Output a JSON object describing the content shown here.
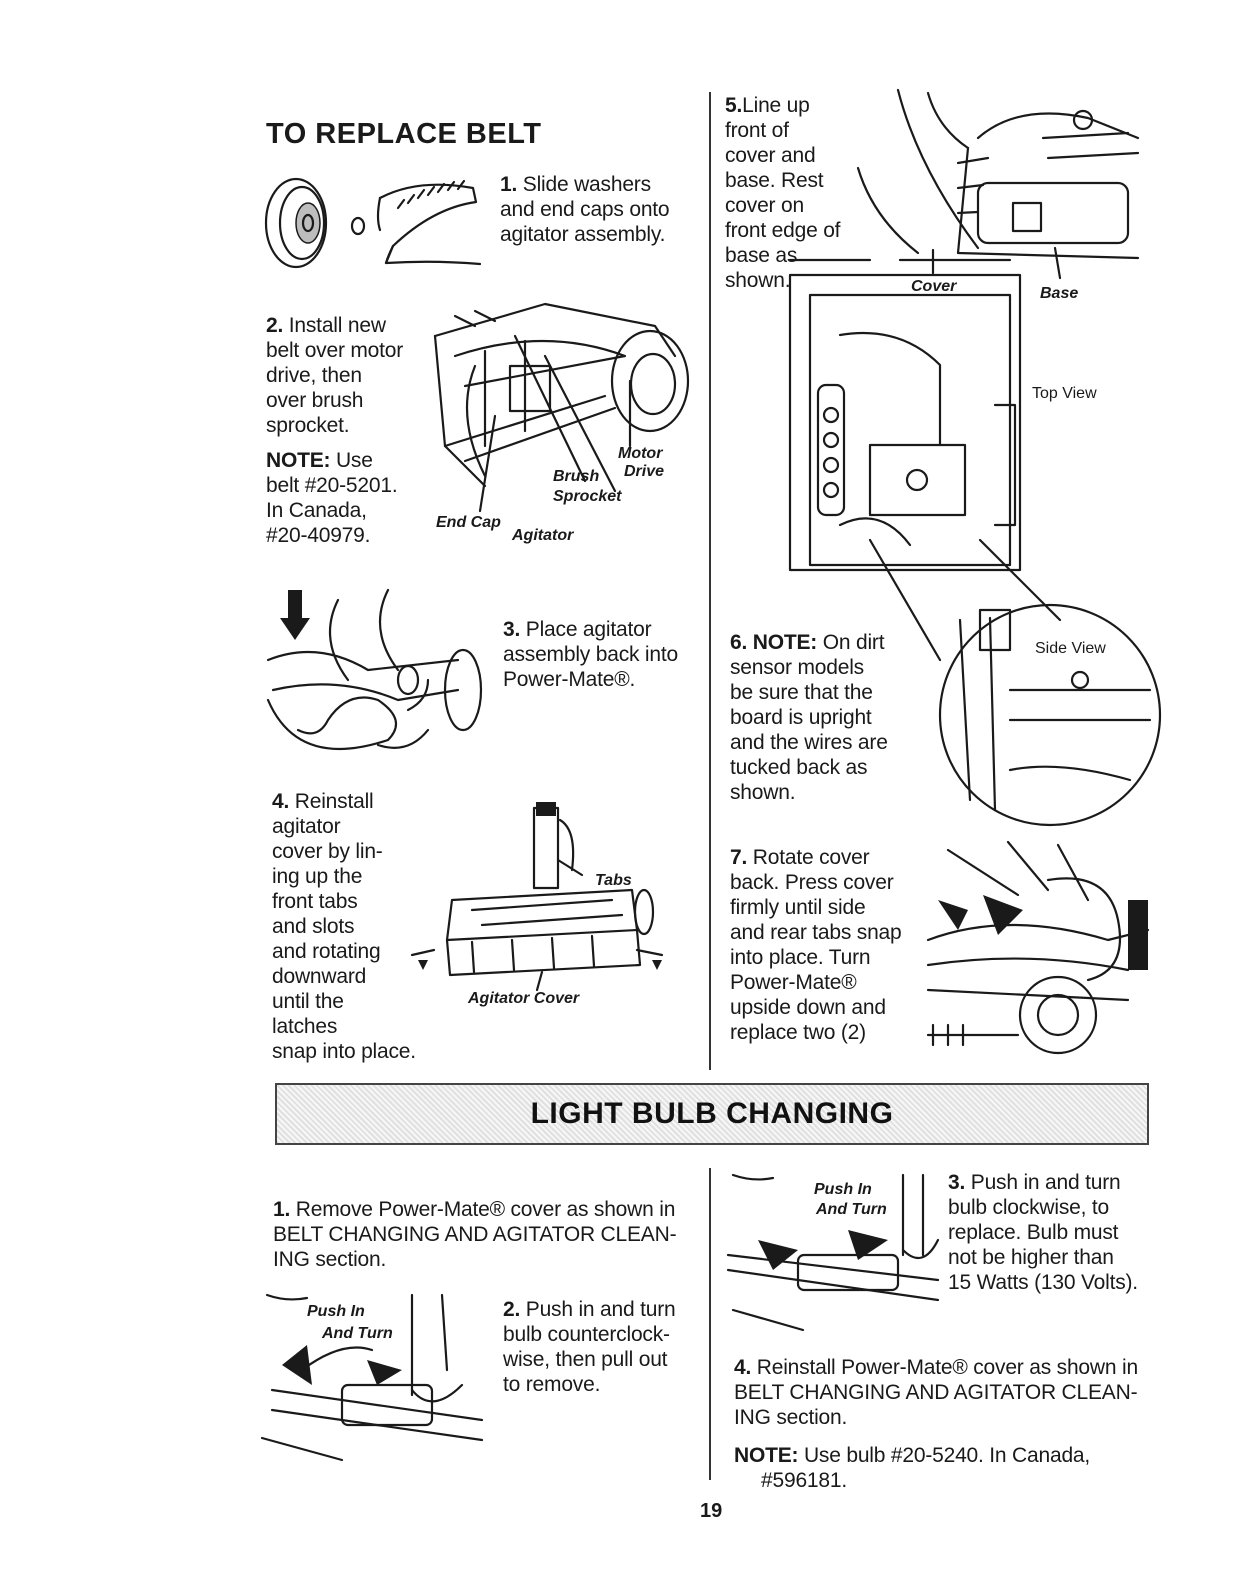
{
  "page": {
    "number": "19"
  },
  "belt": {
    "title": "TO REPLACE BELT",
    "step1": {
      "num": "1.",
      "lines": [
        "Slide washers",
        "and end caps onto",
        "agitator assembly."
      ]
    },
    "step2": {
      "num": "2.",
      "lines": [
        "Install new",
        "belt over motor",
        "drive, then",
        "over brush",
        "sprocket."
      ]
    },
    "note": {
      "label": "NOTE:",
      "lines": [
        "Use",
        "belt #20-5201.",
        "In Canada,",
        "#20-40979."
      ]
    },
    "fig2_labels": {
      "motor": "Motor",
      "drive": "Drive",
      "brush": "Brush",
      "sprocket": "Sprocket",
      "end_cap": "End Cap",
      "agitator": "Agitator"
    },
    "step3": {
      "num": "3.",
      "lines": [
        "Place agitator",
        "assembly back into",
        "Power-Mate®."
      ]
    },
    "step4": {
      "num": "4.",
      "lines": [
        "Reinstall",
        "agitator",
        "cover by lin-",
        "ing up the",
        "front tabs",
        "and slots",
        "and rotating",
        "downward",
        "until the",
        "latches",
        "snap into place."
      ]
    },
    "fig4_labels": {
      "tabs": "Tabs",
      "agitator_cover": "Agitator Cover"
    },
    "step5": {
      "num": "5.",
      "lines": [
        "Line up",
        "front of",
        "cover and",
        "base. Rest",
        "cover on",
        "front edge of",
        "base as",
        "shown."
      ]
    },
    "fig5_labels": {
      "cover": "Cover",
      "base": "Base"
    },
    "fig6_labels": {
      "top_view": "Top View",
      "side_view": "Side View"
    },
    "step6": {
      "num": "6.",
      "label": "NOTE:",
      "lines": [
        "On dirt",
        "sensor models",
        "be sure that the",
        "board is upright",
        "and the wires are",
        "tucked back as",
        "shown."
      ]
    },
    "step7": {
      "num": "7.",
      "lines": [
        "Rotate cover",
        "back. Press cover",
        "firmly until side",
        "and rear tabs snap",
        "into place. Turn",
        "Power-Mate®",
        "upside down and",
        "replace two (2)"
      ]
    }
  },
  "bulb": {
    "banner": "LIGHT BULB CHANGING",
    "step1": {
      "num": "1.",
      "lines": [
        "Remove Power-Mate® cover as shown in",
        "BELT CHANGING AND AGITATOR CLEAN-",
        "ING section."
      ]
    },
    "step2": {
      "num": "2.",
      "lines": [
        "Push in and turn",
        "bulb counterclock-",
        "wise, then pull out",
        "to remove."
      ]
    },
    "push_in": "Push In",
    "and_turn": "And Turn",
    "step3": {
      "num": "3.",
      "lines": [
        "Push in and turn",
        "bulb clockwise, to",
        "replace. Bulb must",
        "not be higher than",
        "15 Watts (130 Volts)."
      ]
    },
    "step4": {
      "num": "4.",
      "lines": [
        "Reinstall Power-Mate® cover as shown in",
        "BELT CHANGING AND AGITATOR CLEAN-",
        "ING section."
      ]
    },
    "note": {
      "label": "NOTE:",
      "lines": [
        "Use bulb #20-5240. In Canada,",
        "#596181."
      ]
    }
  }
}
